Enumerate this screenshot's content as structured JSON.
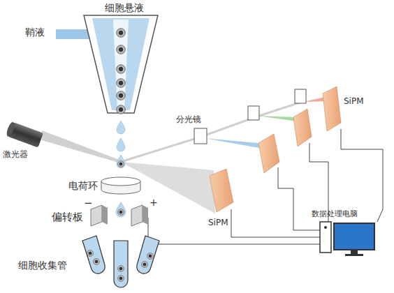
{
  "diagram": {
    "labels": [
      "细胞悬液",
      "鞘液",
      "激光器",
      "分光镜",
      "SiPM",
      "电荷环",
      "SiPM",
      "偏转板",
      "−",
      "+",
      "数据处理电脑",
      "细胞收集管"
    ]
  }
}
